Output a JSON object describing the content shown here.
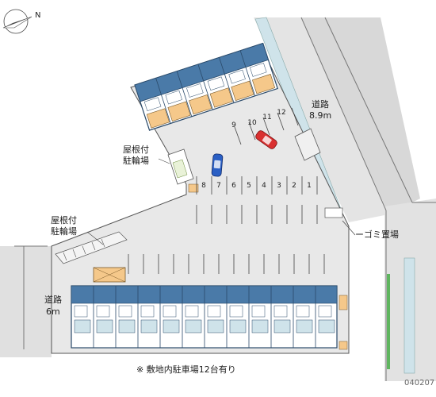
{
  "compass": {
    "icon": "north-arrow-icon",
    "label": "N"
  },
  "roads": {
    "east": {
      "name": "道路",
      "width": "8.9m"
    },
    "west": {
      "name": "道路",
      "width": "6m"
    }
  },
  "facilities": {
    "bicycle_shelter_north": {
      "line1": "屋根付",
      "line2": "駐輪場"
    },
    "bicycle_shelter_west": {
      "line1": "屋根付",
      "line2": "駐輪場"
    },
    "garbage_area": "ゴミ置場"
  },
  "parking": {
    "row_numbers": [
      "8",
      "7",
      "6",
      "5",
      "4",
      "3",
      "2",
      "1"
    ],
    "diag_numbers": [
      "9",
      "10",
      "11",
      "12"
    ]
  },
  "footer": {
    "note": "※ 敷地内駐車場12台有り",
    "code": "040207"
  },
  "colors": {
    "site": "#e8e8e8",
    "building_blue": "#4a7aa8",
    "unit_room": "#f5c88a",
    "car_red": "#d93030",
    "car_blue": "#2a5fc4",
    "waterway": "#cfe3ea",
    "grass": "#5fb55f"
  }
}
